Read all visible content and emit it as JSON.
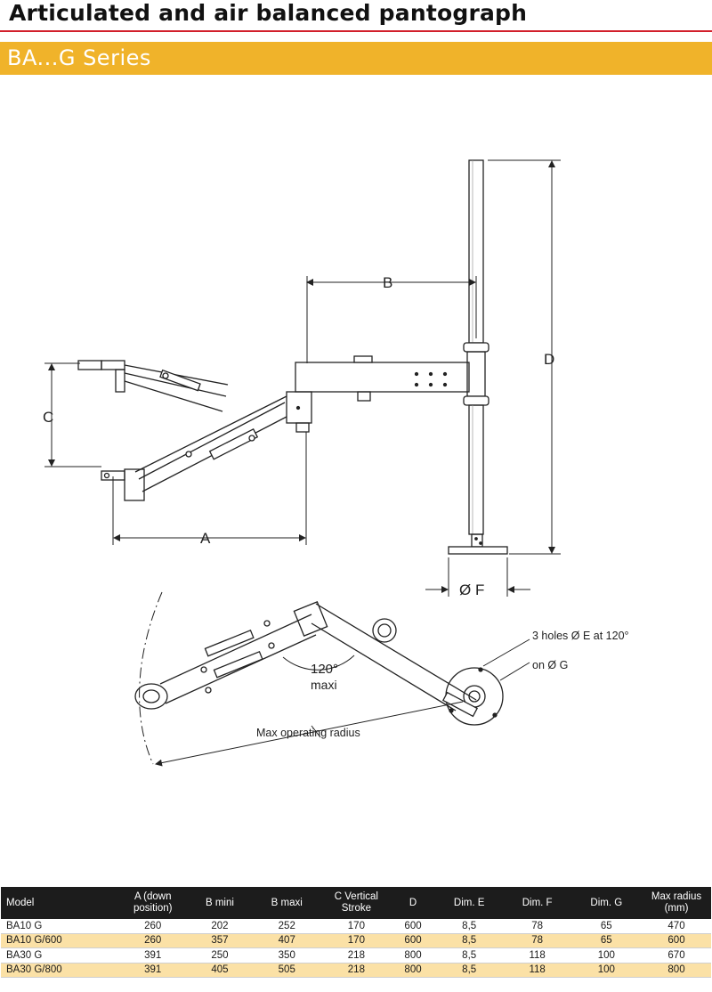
{
  "header": {
    "title": "Articulated and air balanced pantograph",
    "series": "BA...G Series"
  },
  "drawing": {
    "dim_a": "A",
    "dim_b": "B",
    "dim_c": "C",
    "dim_d": "D",
    "dim_f": "Ø F",
    "angle_value": "120°",
    "angle_note": "maxi",
    "holes_note": "3 holes Ø E at 120°",
    "on_g_note": "on Ø G",
    "radius_note": "Max operating radius"
  },
  "table": {
    "columns": [
      "Model",
      "A (down position)",
      "B mini",
      "B maxi",
      "C Vertical Stroke",
      "D",
      "Dim. E",
      "Dim. F",
      "Dim. G",
      "Max radius (mm)"
    ],
    "rows": [
      [
        "BA10 G",
        "260",
        "202",
        "252",
        "170",
        "600",
        "8,5",
        "78",
        "65",
        "470"
      ],
      [
        "BA10 G/600",
        "260",
        "357",
        "407",
        "170",
        "600",
        "8,5",
        "78",
        "65",
        "600"
      ],
      [
        "BA30 G",
        "391",
        "250",
        "350",
        "218",
        "800",
        "8,5",
        "118",
        "100",
        "670"
      ],
      [
        "BA30 G/800",
        "391",
        "405",
        "505",
        "218",
        "800",
        "8,5",
        "118",
        "100",
        "800"
      ]
    ]
  }
}
